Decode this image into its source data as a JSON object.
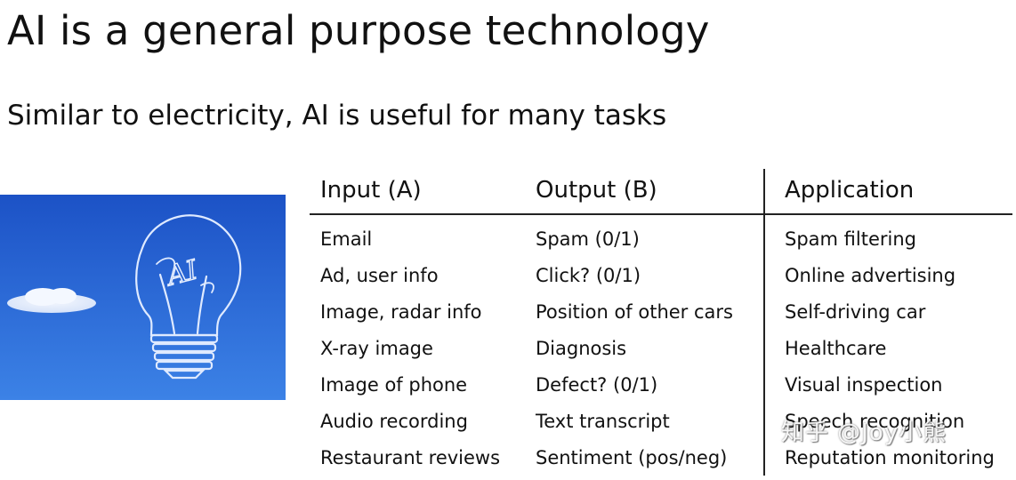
{
  "slide": {
    "title": "AI is a general purpose technology",
    "subtitle": "Similar to electricity, AI is useful for many tasks",
    "image_text": "AI"
  },
  "table": {
    "headers": [
      "Input (A)",
      "Output (B)",
      "Application"
    ],
    "rows": [
      [
        "Email",
        "Spam (0/1)",
        "Spam filtering"
      ],
      [
        "Ad, user info",
        "Click? (0/1)",
        "Online advertising"
      ],
      [
        "Image, radar info",
        "Position of other cars",
        "Self-driving car"
      ],
      [
        "X-ray image",
        "Diagnosis",
        "Healthcare"
      ],
      [
        "Image of phone",
        "Defect? (0/1)",
        "Visual inspection"
      ],
      [
        "Audio recording",
        "Text transcript",
        "Speech recognition"
      ],
      [
        "Restaurant reviews",
        "Sentiment (pos/neg)",
        "Reputation monitoring"
      ]
    ]
  },
  "watermark": "知乎 @Joy小熊",
  "colors": {
    "sky_top": "#1e55c8",
    "sky_bottom": "#3a7fe3",
    "text": "#111111"
  }
}
